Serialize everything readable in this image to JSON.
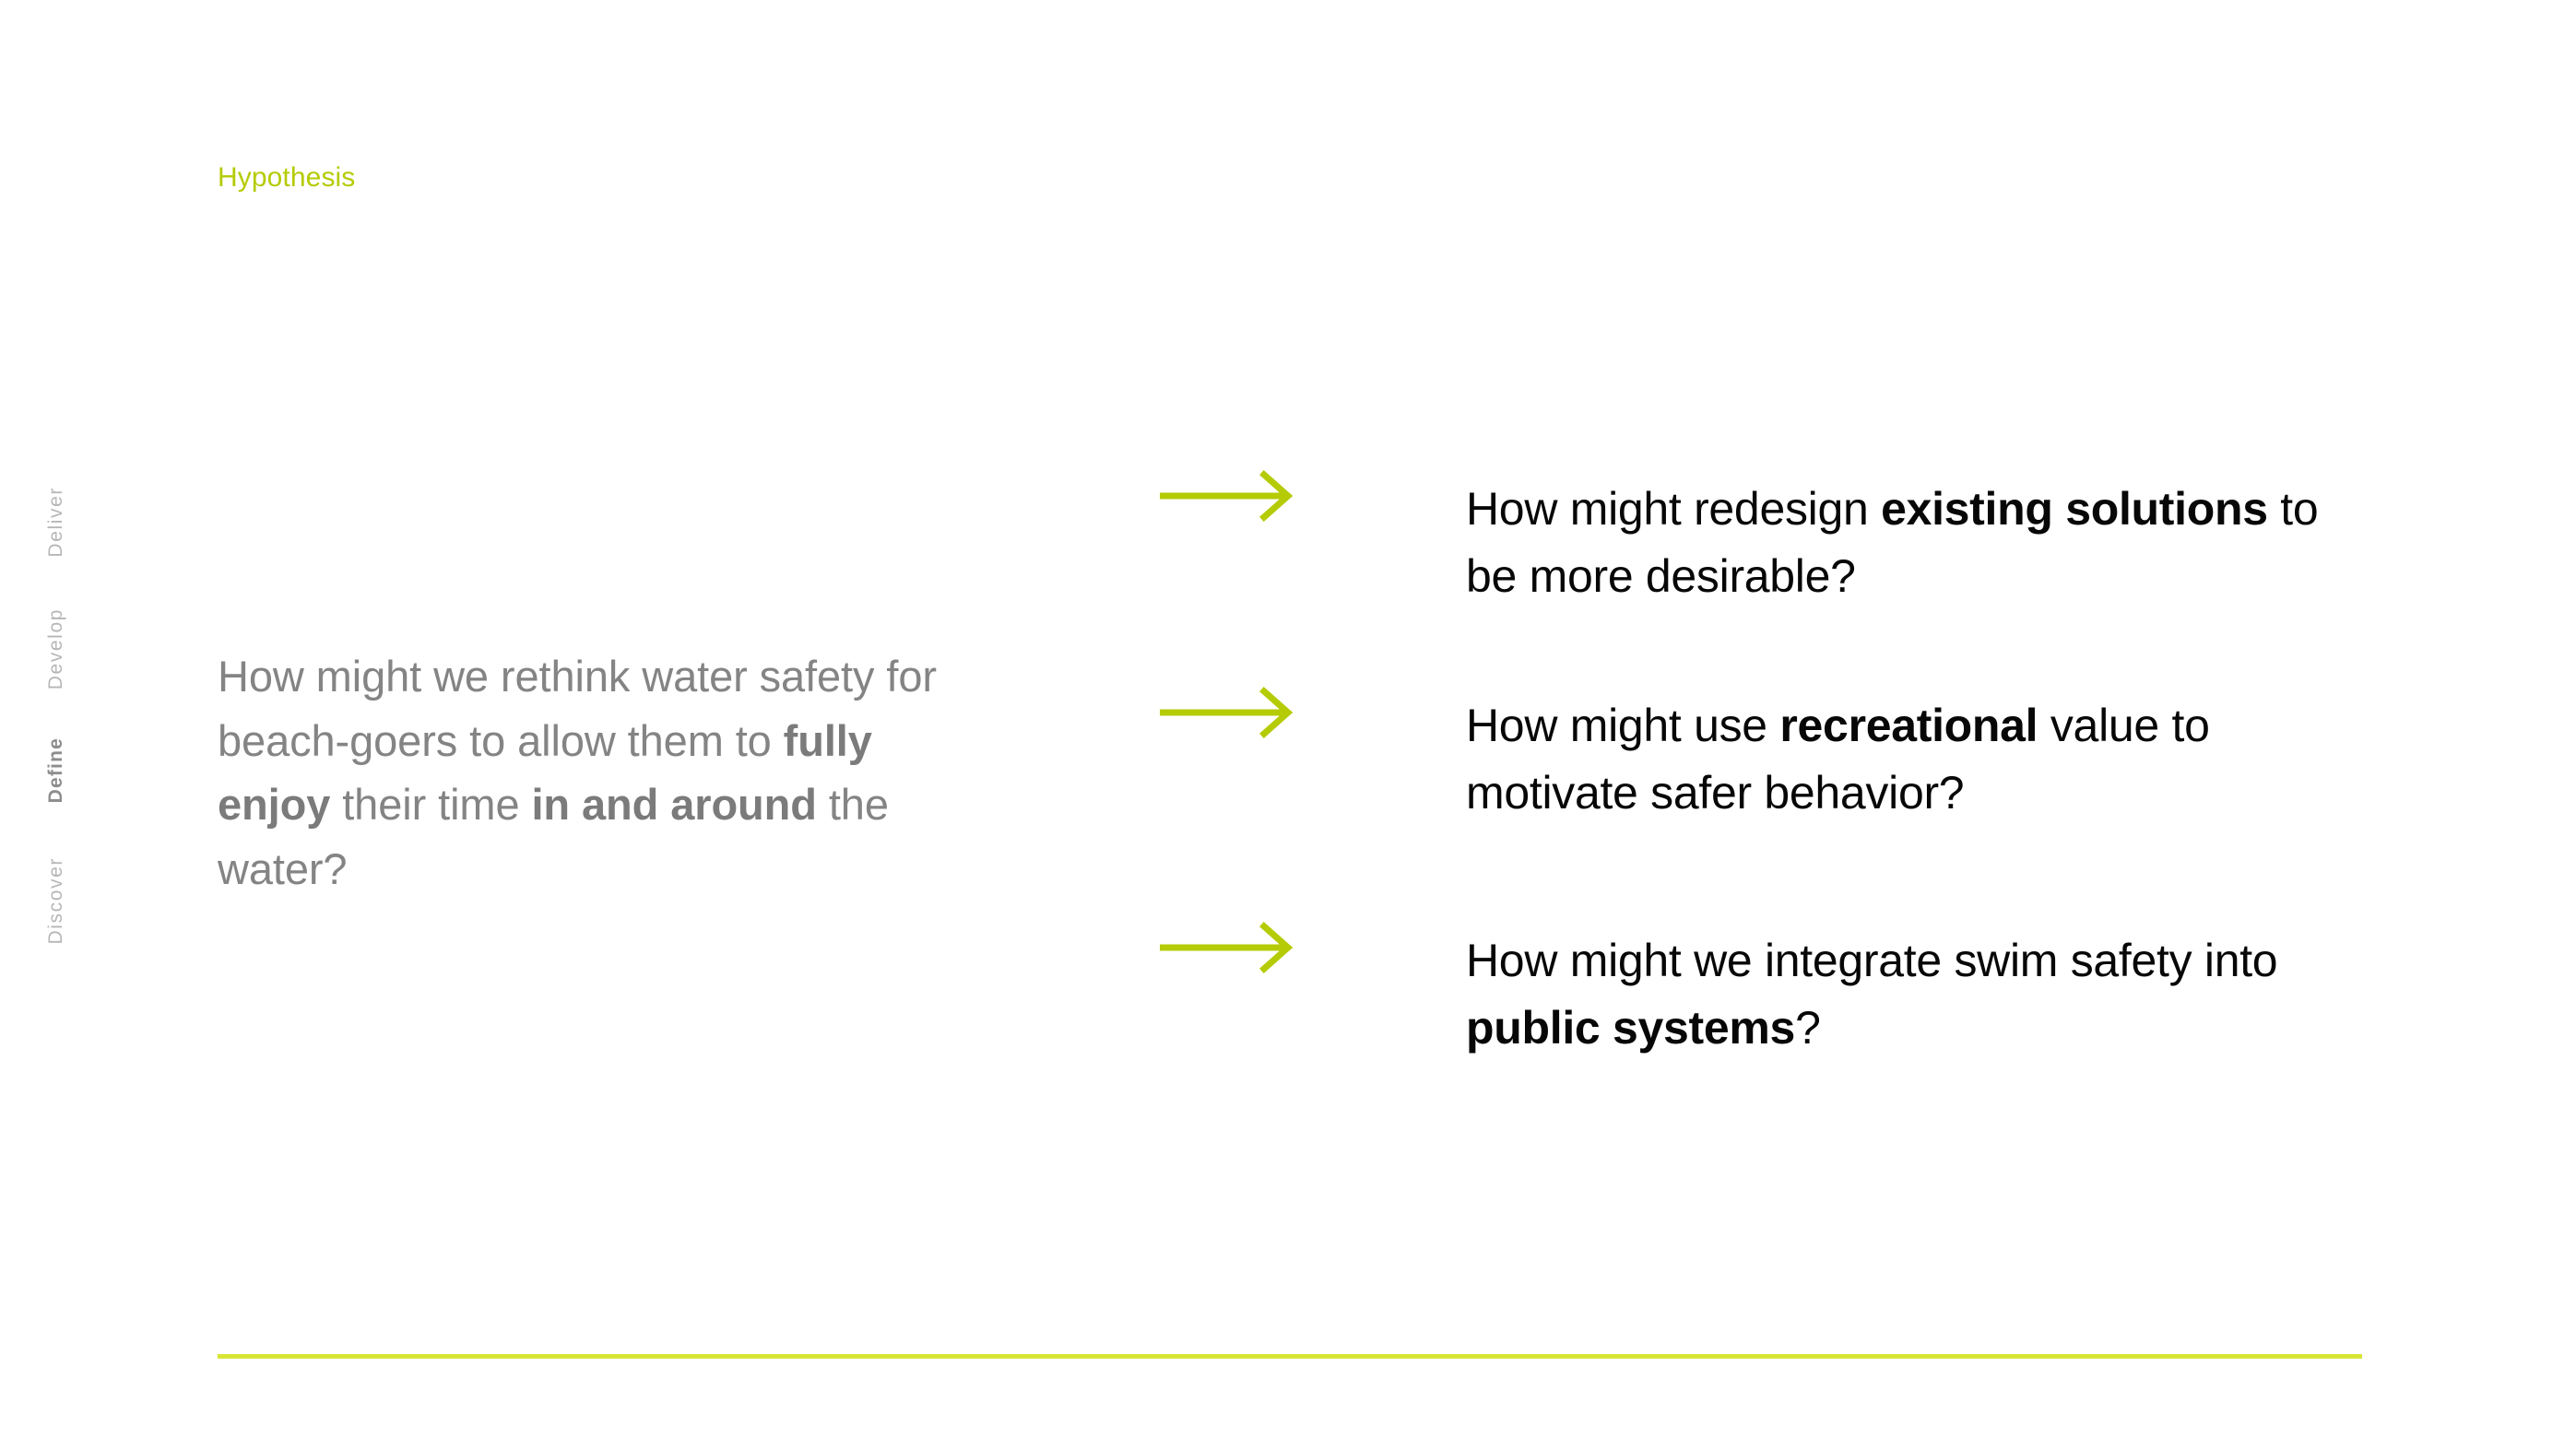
{
  "slide": {
    "section_label": "Hypothesis",
    "background_color": "#ffffff",
    "accent_color": "#b5cb05",
    "rule_color": "#d7e537",
    "muted_text_color": "#848484",
    "body_text_color": "#070707"
  },
  "phase_rail": {
    "items": [
      {
        "label": "Deliver",
        "active": false
      },
      {
        "label": "Develop",
        "active": false
      },
      {
        "label": "Define",
        "active": true
      },
      {
        "label": "Discover",
        "active": false
      }
    ]
  },
  "hypothesis": {
    "segments": [
      {
        "text": "How might we rethink water safety for beach-goers to allow them to ",
        "bold": false
      },
      {
        "text": "fully enjoy",
        "bold": true
      },
      {
        "text": " their time ",
        "bold": false
      },
      {
        "text": "in and around",
        "bold": true
      },
      {
        "text": " the water?",
        "bold": false
      }
    ],
    "plain_text": "How might we rethink water safety for beach-goers to allow them to fully enjoy their time in and around the water?"
  },
  "hmw_questions": [
    {
      "arrow_icon": "arrow-right-icon",
      "segments": [
        {
          "text": "How might redesign ",
          "bold": false
        },
        {
          "text": "existing solutions",
          "bold": true
        },
        {
          "text": " to be more desirable?",
          "bold": false
        }
      ],
      "plain_text": "How might redesign existing solutions to be more desirable?"
    },
    {
      "arrow_icon": "arrow-right-icon",
      "segments": [
        {
          "text": "How might use ",
          "bold": false
        },
        {
          "text": "recreational",
          "bold": true
        },
        {
          "text": " value to motivate safer behavior?",
          "bold": false
        }
      ],
      "plain_text": "How might use recreational value to motivate safer behavior?"
    },
    {
      "arrow_icon": "arrow-right-icon",
      "segments": [
        {
          "text": "How might we integrate swim safety into ",
          "bold": false
        },
        {
          "text": "public systems",
          "bold": true
        },
        {
          "text": "?",
          "bold": false
        }
      ],
      "plain_text": "How might we integrate swim safety into public systems?"
    }
  ]
}
